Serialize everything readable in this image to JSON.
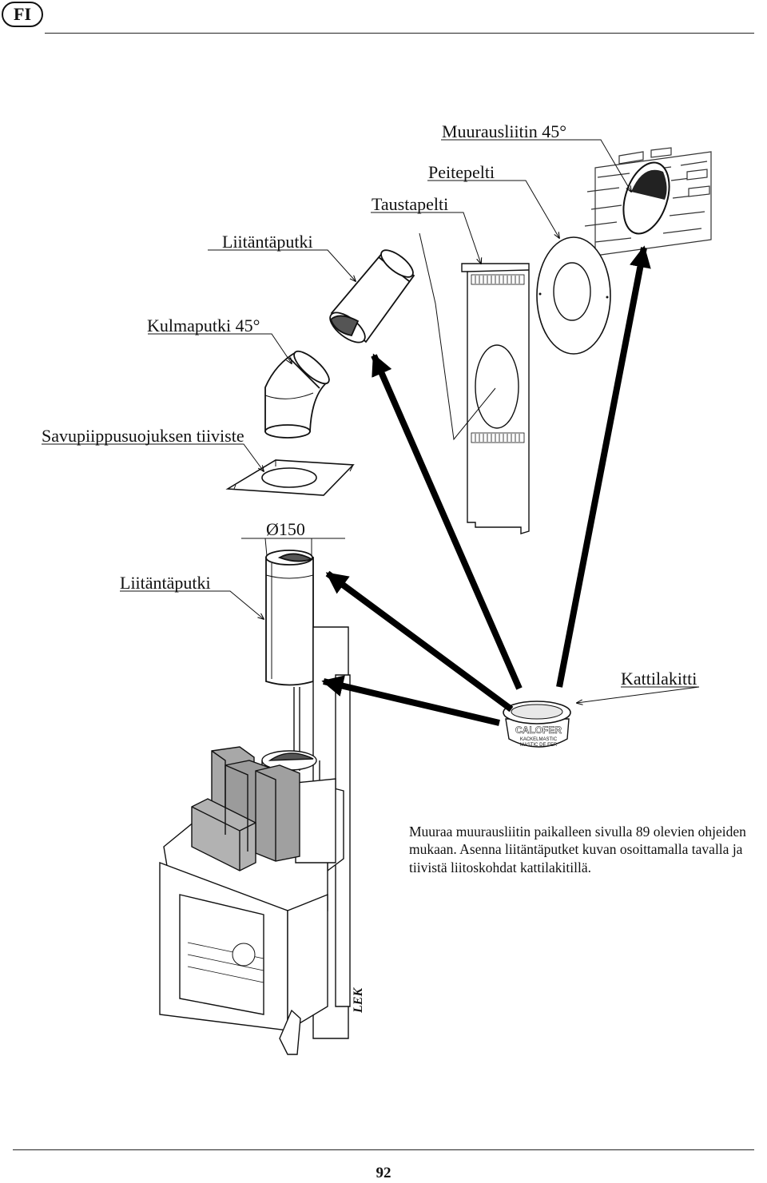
{
  "page": {
    "language_badge": "FI",
    "page_number": "92"
  },
  "labels": {
    "wall_connector": "Muurausliitin 45°",
    "cover_plate": "Peitepelti",
    "back_plate": "Taustapelti",
    "connection_pipe_top": "Liitäntäputki",
    "elbow_pipe": "Kulmaputki 45°",
    "chimney_seal": "Savupiippusuojuksen tiiviste",
    "diameter": "Ø150",
    "connection_pipe_lower": "Liitäntäputki",
    "boiler_kit": "Kattilakitti"
  },
  "kit": {
    "brand": "CALOFER",
    "line1": "KACKELMASTIC",
    "line2": "MASTIC DE FER"
  },
  "stove": {
    "mark": "LEK"
  },
  "caption": "Muuraa muurausliitin paikalleen sivulla 89 olevien ohjeiden mukaan. Asenna liitäntäputket kuvan osoittamalla tavalla ja tiivistä liitoskohdat kattilakitillä."
}
